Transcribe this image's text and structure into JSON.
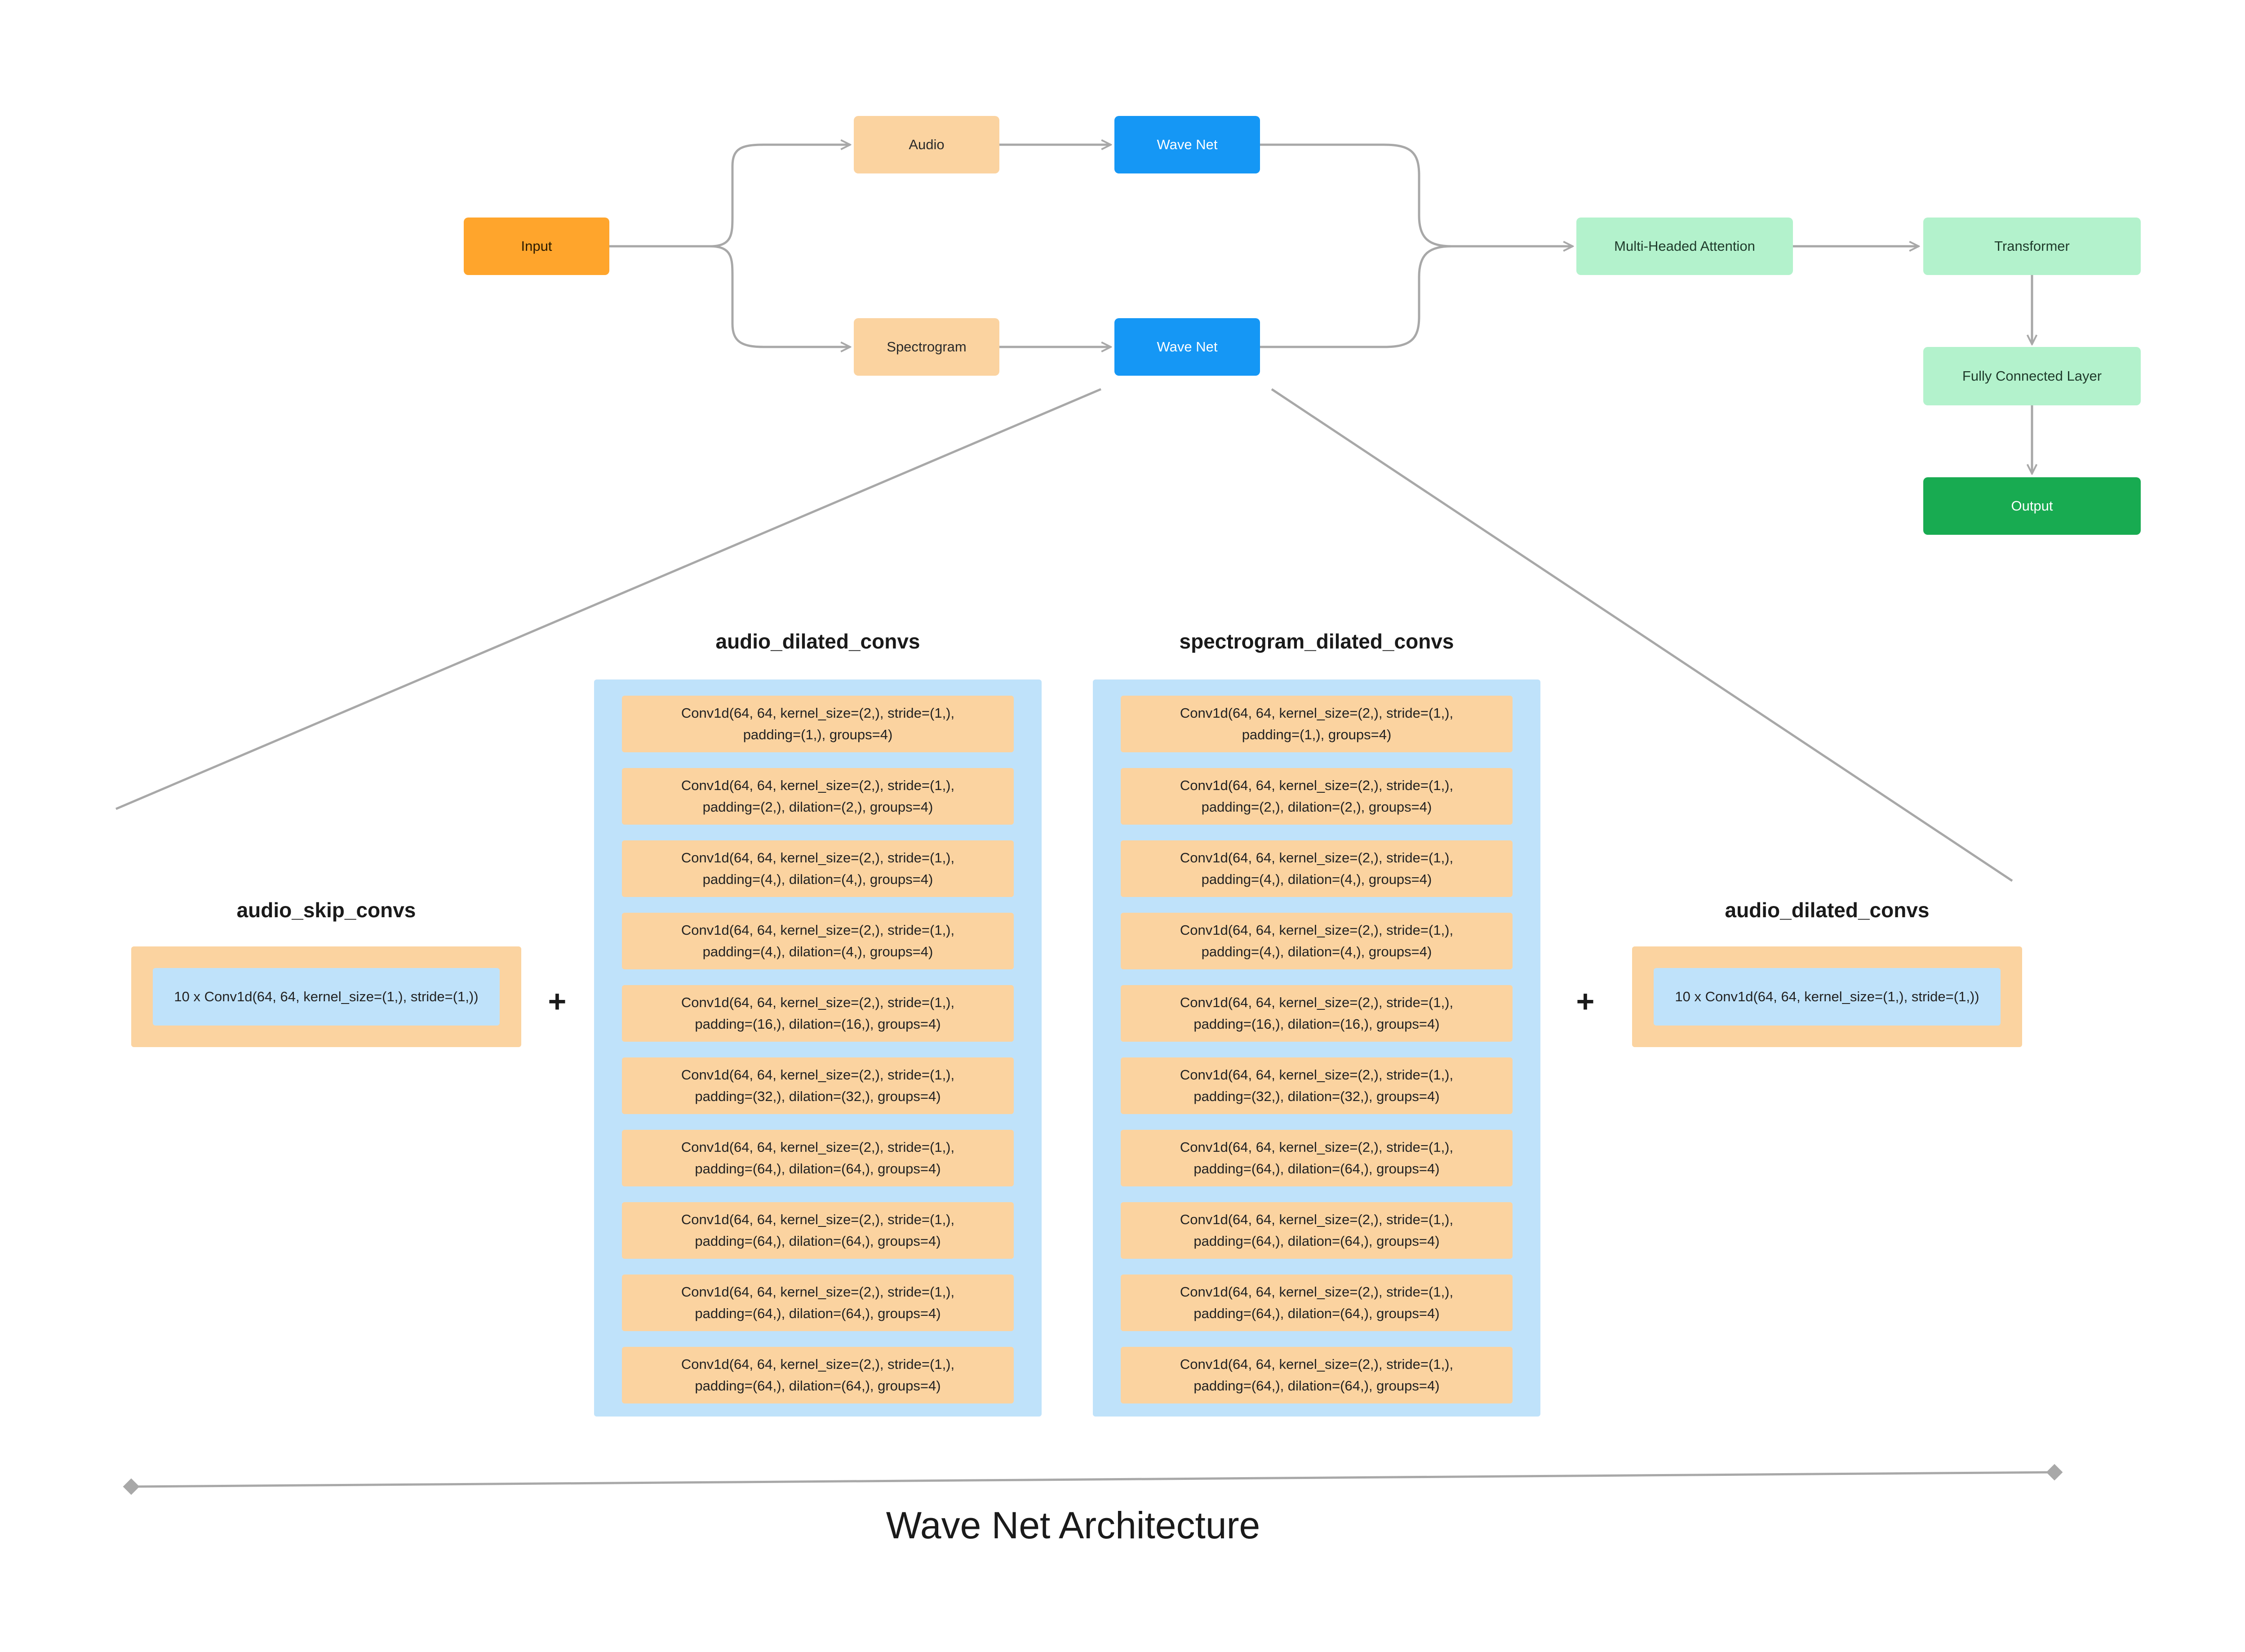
{
  "flow": {
    "input": "Input",
    "audio": "Audio",
    "spectrogram": "Spectrogram",
    "wavenet_top": "Wave Net",
    "wavenet_bottom": "Wave Net",
    "attention": "Multi-Headed Attention",
    "transformer": "Transformer",
    "fc": "Fully Connected Layer",
    "output": "Output"
  },
  "left_skip": {
    "title": "audio_skip_convs",
    "content": "10 x Conv1d(64, 64, kernel_size=(1,), stride=(1,))"
  },
  "audio_stack": {
    "title": "audio_dilated_convs",
    "layers": [
      [
        "Conv1d(64, 64, kernel_size=(2,), stride=(1,),",
        "padding=(1,), groups=4)"
      ],
      [
        "Conv1d(64, 64, kernel_size=(2,), stride=(1,),",
        "padding=(2,), dilation=(2,), groups=4)"
      ],
      [
        "Conv1d(64, 64, kernel_size=(2,), stride=(1,),",
        "padding=(4,), dilation=(4,), groups=4)"
      ],
      [
        "Conv1d(64, 64, kernel_size=(2,), stride=(1,),",
        "padding=(4,), dilation=(4,), groups=4)"
      ],
      [
        "Conv1d(64, 64, kernel_size=(2,), stride=(1,),",
        "padding=(16,), dilation=(16,), groups=4)"
      ],
      [
        "Conv1d(64, 64, kernel_size=(2,), stride=(1,),",
        "padding=(32,), dilation=(32,), groups=4)"
      ],
      [
        "Conv1d(64, 64, kernel_size=(2,), stride=(1,),",
        "padding=(64,), dilation=(64,), groups=4)"
      ],
      [
        "Conv1d(64, 64, kernel_size=(2,), stride=(1,),",
        "padding=(64,), dilation=(64,), groups=4)"
      ],
      [
        "Conv1d(64, 64, kernel_size=(2,), stride=(1,),",
        "padding=(64,), dilation=(64,), groups=4)"
      ],
      [
        "Conv1d(64, 64, kernel_size=(2,), stride=(1,),",
        "padding=(64,), dilation=(64,), groups=4)"
      ]
    ]
  },
  "spec_stack": {
    "title": "spectrogram_dilated_convs",
    "layers": [
      [
        "Conv1d(64, 64, kernel_size=(2,), stride=(1,),",
        "padding=(1,), groups=4)"
      ],
      [
        "Conv1d(64, 64, kernel_size=(2,), stride=(1,),",
        "padding=(2,), dilation=(2,), groups=4)"
      ],
      [
        "Conv1d(64, 64, kernel_size=(2,), stride=(1,),",
        "padding=(4,), dilation=(4,), groups=4)"
      ],
      [
        "Conv1d(64, 64, kernel_size=(2,), stride=(1,),",
        "padding=(4,), dilation=(4,), groups=4)"
      ],
      [
        "Conv1d(64, 64, kernel_size=(2,), stride=(1,),",
        "padding=(16,), dilation=(16,), groups=4)"
      ],
      [
        "Conv1d(64, 64, kernel_size=(2,), stride=(1,),",
        "padding=(32,), dilation=(32,), groups=4)"
      ],
      [
        "Conv1d(64, 64, kernel_size=(2,), stride=(1,),",
        "padding=(64,), dilation=(64,), groups=4)"
      ],
      [
        "Conv1d(64, 64, kernel_size=(2,), stride=(1,),",
        "padding=(64,), dilation=(64,), groups=4)"
      ],
      [
        "Conv1d(64, 64, kernel_size=(2,), stride=(1,),",
        "padding=(64,), dilation=(64,), groups=4)"
      ],
      [
        "Conv1d(64, 64, kernel_size=(2,), stride=(1,),",
        "padding=(64,), dilation=(64,), groups=4)"
      ]
    ]
  },
  "right_skip": {
    "title": "audio_dilated_convs",
    "content": "10 x Conv1d(64, 64, kernel_size=(1,), stride=(1,))"
  },
  "plus_left": "+",
  "plus_right": "+",
  "caption": "Wave Net Architecture",
  "colors": {
    "input": "#FFA52C",
    "modality": "#FBD3A0",
    "wavenet": "#1597F5",
    "head": "#B3F2CC",
    "output": "#18AB51",
    "stack_bg": "#BFE2FA",
    "connector": "#AAAAAA"
  }
}
